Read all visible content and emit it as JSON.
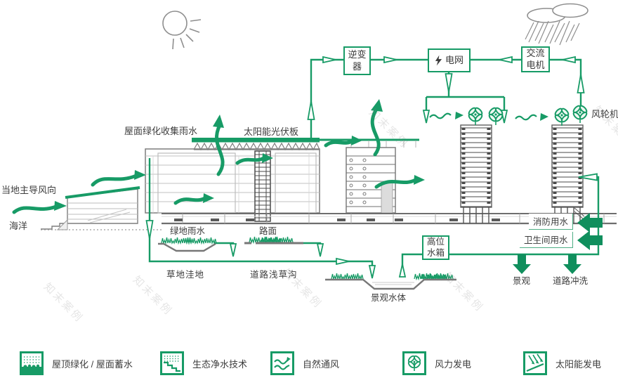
{
  "colors": {
    "green": "#179b66",
    "sketch_gray": "#8e8e8e",
    "text": "#3d3d3d"
  },
  "energy": {
    "inverter": "逆变器",
    "grid": "电网",
    "ac_motor": "交流电机",
    "wind_turbine": "风轮机"
  },
  "building": {
    "roof_rain": "屋面绿化收集雨水",
    "solar_pv": "太阳能光伏板",
    "wind_direction": "当地主导风向",
    "ocean": "海洋"
  },
  "water": {
    "green_rain": "绿地雨水",
    "road_surface": "路面",
    "grass_swale": "草地洼地",
    "road_grass_ditch": "道路浅草沟",
    "landscape_water": "景观水体",
    "high_tank": "高位水箱",
    "fire_water": "消防用水",
    "toilet_water": "卫生间用水",
    "landscape": "景观",
    "road_wash": "道路冲洗"
  },
  "legend": {
    "items": [
      {
        "icon": "roof-greening-icon",
        "label": "屋顶绿化 / 屋面蓄水"
      },
      {
        "icon": "eco-water-purification-icon",
        "label": "生态净水技术"
      },
      {
        "icon": "natural-ventilation-icon",
        "label": "自然通风"
      },
      {
        "icon": "wind-power-icon",
        "label": "风力发电"
      },
      {
        "icon": "solar-power-icon",
        "label": "太阳能发电"
      }
    ]
  },
  "watermark": {
    "text": "知末案例"
  }
}
